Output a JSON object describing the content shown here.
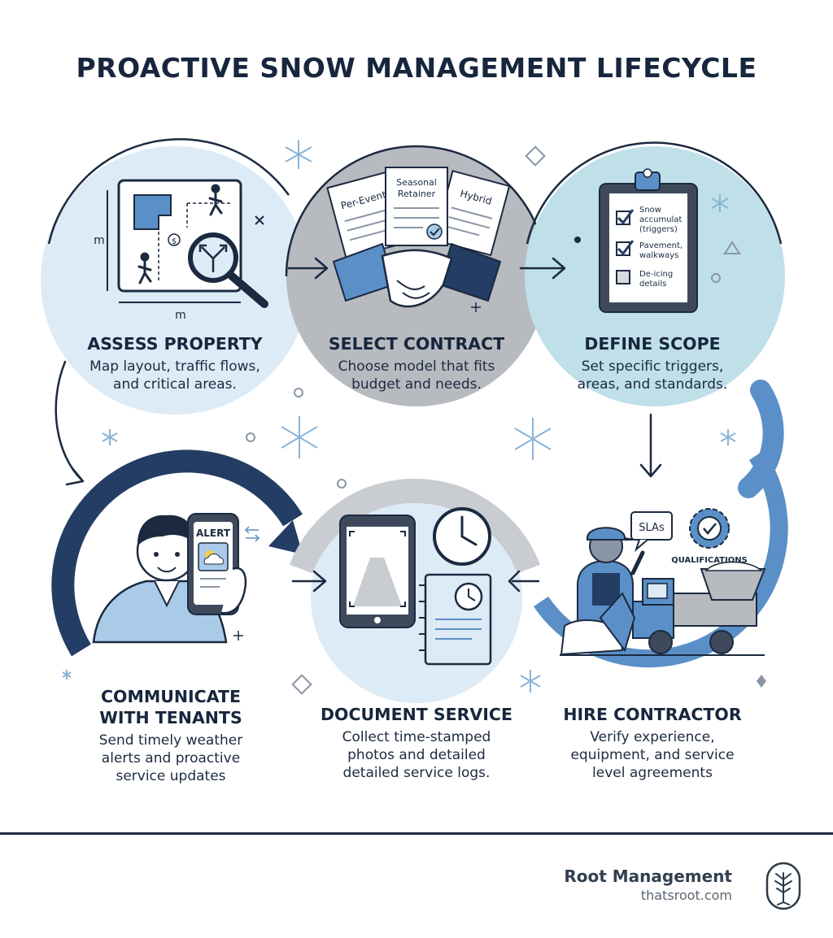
{
  "title": "PROACTIVE SNOW MANAGEMENT LIFECYCLE",
  "steps": [
    {
      "title": "ASSESS PROPERTY",
      "desc_lines": [
        "Map layout, traffic flows,",
        "and critical areas."
      ]
    },
    {
      "title": "SELECT CONTRACT",
      "desc_lines": [
        "Choose model that fits",
        "budget and needs."
      ]
    },
    {
      "title": "DEFINE SCOPE",
      "desc_lines": [
        "Set specific triggers,",
        "areas, and standards."
      ]
    },
    {
      "title_lines": [
        "COMMUNICATE",
        "WITH TENANTS"
      ],
      "desc_lines": [
        "Send timely weather",
        "alerts and proactive",
        "service updates"
      ]
    },
    {
      "title": "DOCUMENT SERVICE",
      "desc_lines": [
        "Collect time-stamped",
        "photos and detailed",
        "detailed service logs."
      ]
    },
    {
      "title": "HIRE CONTRACTOR",
      "desc_lines": [
        "Verify experience,",
        "equipment, and service",
        "level agreements"
      ]
    }
  ],
  "illustration_text": {
    "map_dim_vertical": "m",
    "map_dim_horizontal": "m",
    "map_dollar": "$",
    "contract_per_event": "Per-Event",
    "contract_seasonal_1": "Seasonal",
    "contract_seasonal_2": "Retainer",
    "contract_hybrid": "Hybrid",
    "checklist_1a": "Snow",
    "checklist_1b": "accumulat",
    "checklist_1c": "(triggers)",
    "checklist_2a": "Pavement,",
    "checklist_2b": "walkways",
    "checklist_3a": "De-icing",
    "checklist_3b": "details",
    "phone_alert": "ALERT",
    "sla_bubble": "SLAs",
    "qualifications": "QUALIFICATIONS"
  },
  "footer": {
    "company": "Root Management",
    "url": "thatsroot.com"
  },
  "colors": {
    "navy": "#1b2a40",
    "dark_blue": "#233d64",
    "mid_blue": "#5b8fc7",
    "light_blue": "#a9cbe8",
    "pale_blue": "#dcebf6",
    "gray": "#b3b7bd",
    "pale_gray": "#e4e6e9",
    "teal_light": "#c4e2ea"
  }
}
